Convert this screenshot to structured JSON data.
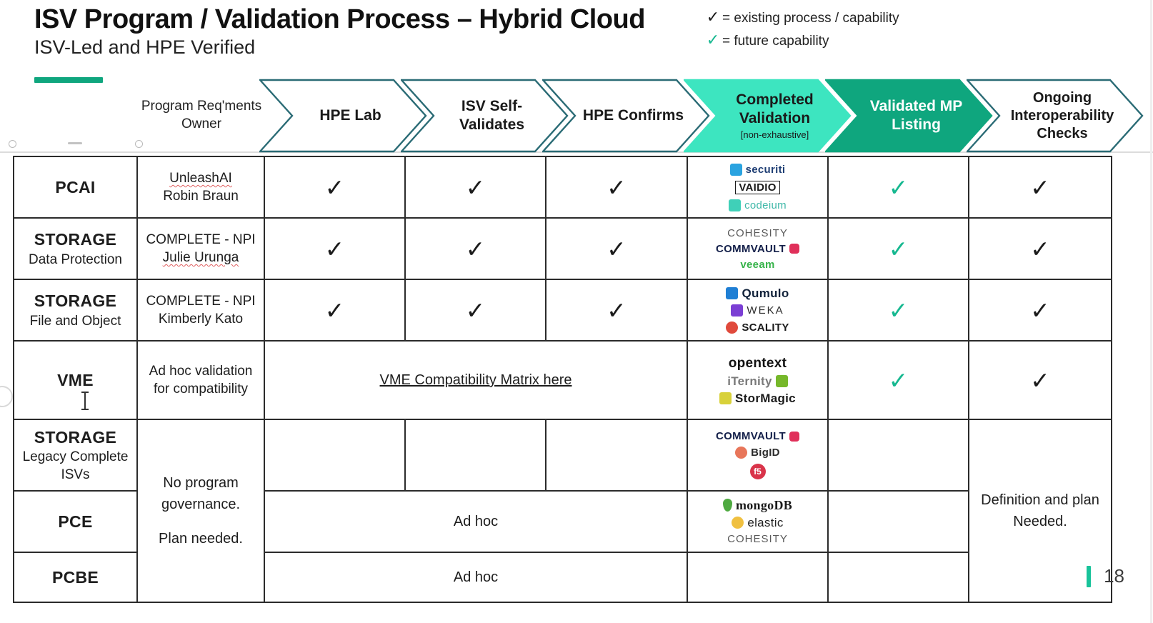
{
  "title": {
    "main": "ISV Program / Validation Process – Hybrid Cloud",
    "sub": "ISV-Led and HPE Verified"
  },
  "legend": {
    "items": [
      {
        "check": "✓",
        "color": "#1a1a1a",
        "text": "= existing process / capability"
      },
      {
        "check": "✓",
        "color": "#16b890",
        "text": "= future capability"
      }
    ]
  },
  "columns": {
    "category_header": "",
    "owner_header": "Program Req'ments Owner",
    "owner_header_line1": "Program Req'ments",
    "owner_header_line2": "Owner",
    "chevrons": [
      {
        "label": "HPE Lab",
        "sub": "",
        "fill": "#ffffff",
        "text_color": "#111111",
        "stroke": "#2a6b75"
      },
      {
        "label": "ISV Self-Validates",
        "line1": "ISV Self-",
        "line2": "Validates",
        "sub": "",
        "fill": "#ffffff",
        "text_color": "#111111",
        "stroke": "#2a6b75"
      },
      {
        "label": "HPE Confirms",
        "sub": "",
        "fill": "#ffffff",
        "text_color": "#111111",
        "stroke": "#2a6b75"
      },
      {
        "label": "Completed Validation",
        "line1": "Completed",
        "line2": "Validation",
        "sub": "[non-exhaustive]",
        "fill": "#3de5c0",
        "text_color": "#111111",
        "stroke": "#3de5c0"
      },
      {
        "label": "Validated MP Listing",
        "line1": "Validated MP",
        "line2": "Listing",
        "sub": "",
        "fill": "#0fa67e",
        "text_color": "#ffffff",
        "stroke": "#0fa67e"
      },
      {
        "label": "Ongoing Interoperability Checks",
        "line1": "Ongoing",
        "line2": "Interoperability",
        "line3": "Checks",
        "sub": "",
        "fill": "#ffffff",
        "text_color": "#111111",
        "stroke": "#2a6b75"
      }
    ]
  },
  "rows": [
    {
      "category_main": "PCAI",
      "category_sub": "",
      "owner_line1": "UnleashAI",
      "owner_line1_misspelled": true,
      "owner_line2": "Robin Braun",
      "owner_line2_misspelled": false,
      "hpe_lab": "✓",
      "isv_self": "✓",
      "hpe_confirms": "✓",
      "validated_mp": "✓",
      "validated_mp_color": "#16b890",
      "ongoing": "✓",
      "ongoing_color": "#1b1b1b",
      "logos": [
        {
          "name": "securiti",
          "text": "securiti",
          "text_color": "#1d3d73",
          "mark": "square",
          "mark_color": "#2aa3e0"
        },
        {
          "name": "vaidio",
          "text": "VAIDIO",
          "text_color": "#1a1a1a",
          "mark": "box",
          "mark_color": "#1a1a1a"
        },
        {
          "name": "codeium",
          "text": "codeium",
          "text_color": "#3fb8a8",
          "mark": "square",
          "mark_color": "#3fd0b8"
        }
      ]
    },
    {
      "category_main": "STORAGE",
      "category_sub": "Data Protection",
      "owner_line1": "COMPLETE - NPI",
      "owner_line1_misspelled": false,
      "owner_line2": "Julie Urunga",
      "owner_line2_misspelled": true,
      "hpe_lab": "✓",
      "isv_self": "✓",
      "hpe_confirms": "✓",
      "validated_mp": "✓",
      "validated_mp_color": "#16b890",
      "ongoing": "✓",
      "ongoing_color": "#1b1b1b",
      "logos": [
        {
          "name": "cohesity",
          "text": "COHESITY",
          "text_color": "#5a5a5a",
          "mark": "none",
          "mark_color": "#7ac143"
        },
        {
          "name": "commvault",
          "text": "COMMVAULT",
          "text_color": "#14204a",
          "mark": "hex",
          "mark_color": "#e0305a"
        },
        {
          "name": "veeam",
          "text": "veeam",
          "text_color": "#37b34a",
          "mark": "none",
          "mark_color": "#37b34a"
        }
      ]
    },
    {
      "category_main": "STORAGE",
      "category_sub": "File and Object",
      "owner_line1": "COMPLETE - NPI",
      "owner_line1_misspelled": false,
      "owner_line2": "Kimberly Kato",
      "owner_line2_misspelled": false,
      "hpe_lab": "✓",
      "isv_self": "✓",
      "hpe_confirms": "✓",
      "validated_mp": "✓",
      "validated_mp_color": "#16b890",
      "ongoing": "✓",
      "ongoing_color": "#1b1b1b",
      "logos": [
        {
          "name": "qumulo",
          "text": "Qumulo",
          "text_color": "#11223a",
          "mark": "square",
          "mark_color": "#1f7fd4"
        },
        {
          "name": "weka",
          "text": "WEKA",
          "text_color": "#2b2b2b",
          "mark": "square",
          "mark_color": "#7b3fd4"
        },
        {
          "name": "scality",
          "text": "SCALITY",
          "text_color": "#1a1a1a",
          "mark": "square",
          "mark_color": "#e04a3c"
        }
      ]
    },
    {
      "category_main": "VME",
      "category_sub": "",
      "owner_line1": "Ad hoc validation",
      "owner_line1_misspelled": false,
      "owner_line2": "for compatibility",
      "owner_line2_misspelled": false,
      "merged_link": "VME Compatibility Matrix here",
      "validated_mp": "✓",
      "validated_mp_color": "#16b890",
      "ongoing": "✓",
      "ongoing_color": "#1b1b1b",
      "logos": [
        {
          "name": "opentext",
          "text": "opentext",
          "text_color": "#111111",
          "mark": "none",
          "mark_color": "#111111"
        },
        {
          "name": "iternity",
          "text": "iTernity",
          "text_color": "#7a7a7a",
          "mark": "square",
          "mark_color": "#76b82a"
        },
        {
          "name": "stormagic",
          "text": "StorMagic",
          "text_color": "#1a1a1a",
          "mark": "square",
          "mark_color": "#d8d13a"
        }
      ]
    },
    {
      "category_main": "STORAGE",
      "category_sub": "Legacy Complete ISVs",
      "category_sub_line1": "Legacy Complete",
      "category_sub_line2": "ISVs",
      "hpe_lab": "",
      "isv_self": "",
      "hpe_confirms": "",
      "validated_mp": "",
      "ongoing": "",
      "logos": [
        {
          "name": "commvault",
          "text": "COMMVAULT",
          "text_color": "#14204a",
          "mark": "hex",
          "mark_color": "#e0305a"
        },
        {
          "name": "bigid",
          "text": "BigID",
          "text_color": "#2b2b2b",
          "mark": "square",
          "mark_color": "#e8765a"
        },
        {
          "name": "f5",
          "text": "f5",
          "text_color": "#ffffff",
          "mark": "circle",
          "mark_color": "#d9344a"
        }
      ]
    },
    {
      "category_main": "PCE",
      "category_sub": "",
      "merged_adhoc": "Ad hoc",
      "validated_mp": "",
      "ongoing": "",
      "logos": [
        {
          "name": "mongodb",
          "text": "mongoDB",
          "text_color": "#1a1a1a",
          "mark": "leaf",
          "mark_color": "#4faa41"
        },
        {
          "name": "elastic",
          "text": "elastic",
          "text_color": "#222222",
          "mark": "square",
          "mark_color": "#f0c040"
        },
        {
          "name": "cohesity",
          "text": "COHESITY",
          "text_color": "#5a5a5a",
          "mark": "none",
          "mark_color": "#7ac143"
        }
      ]
    },
    {
      "category_main": "PCBE",
      "category_sub": "",
      "merged_adhoc": "Ad hoc",
      "validated_mp": "",
      "ongoing": "",
      "logos": []
    }
  ],
  "merged": {
    "owner_note_line1": "No program",
    "owner_note_line2": "governance.",
    "owner_note_line3": "Plan needed.",
    "ongoing_note_line1": "Definition and plan",
    "ongoing_note_line2": "Needed."
  },
  "footer": {
    "page_number": "18",
    "bar_color": "#18c39a"
  }
}
